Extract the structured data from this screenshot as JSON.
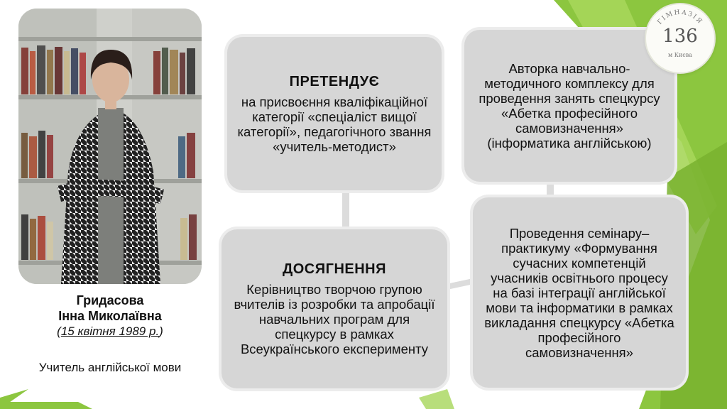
{
  "person": {
    "surname": "Гридасова",
    "given_names": "Інна Миколаївна",
    "birth_open": "(",
    "birth_date": "15 квітня 1989 р.",
    "birth_close": ")",
    "role": "Учитель англійської мови"
  },
  "boxes": {
    "claim": {
      "title": "ПРЕТЕНДУЄ",
      "text": "на присвоєння кваліфікаційної категорії «спеціаліст вищої категорії», педагогічного звання «учитель-методист»"
    },
    "author": {
      "text": "Авторка навчально-методичного комплексу для проведення занять спецкурсу «Абетка професійного самовизначення» (інформатика англійською)"
    },
    "achievements": {
      "title": "ДОСЯГНЕННЯ",
      "text": "Керівництво творчою групою вчителів із розробки та апробації навчальних програм для спецкурсу в рамках Всеукраїнського експерименту"
    },
    "seminar": {
      "text": "Проведення семінару–практикуму «Формування сучасних компетенцій учасників освітнього процесу на базі інтеграції англійської мови та інформатики в рамках викладання спецкурсу «Абетка професійного самовизначення»"
    }
  },
  "logo": {
    "number": "136",
    "arc_text": "ГІМНАЗІЯ",
    "city": "м Києва"
  },
  "colors": {
    "accent_green": "#8cc63f",
    "box_gray": "#d6d6d6"
  }
}
